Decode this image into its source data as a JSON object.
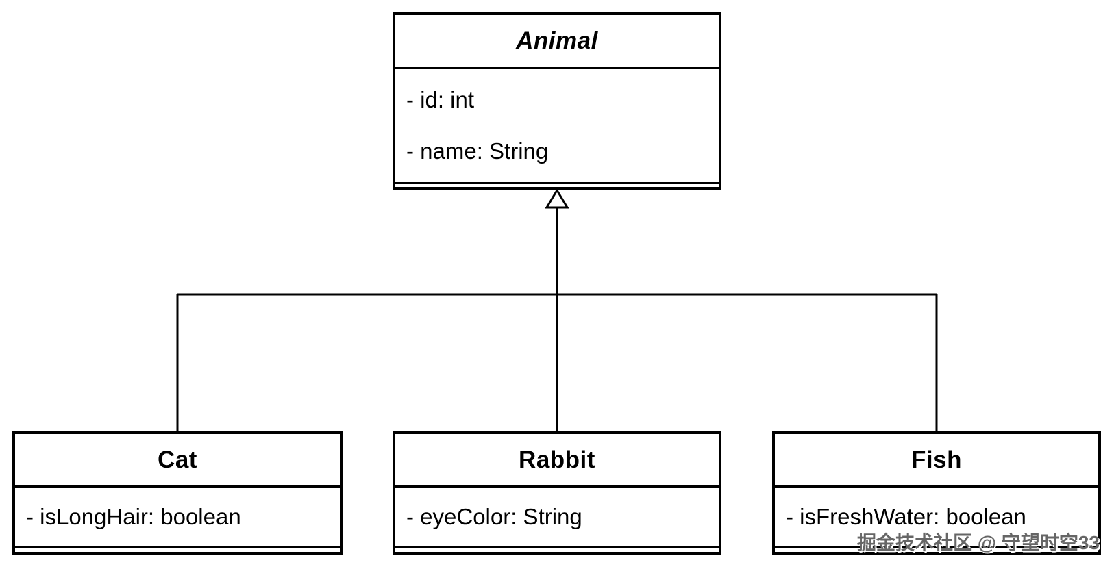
{
  "diagram": {
    "kind": "uml-class-diagram",
    "classes": [
      {
        "name": "Animal",
        "abstract": true,
        "attributes": [
          "- id: int",
          "- name: String"
        ],
        "methods": []
      },
      {
        "name": "Cat",
        "abstract": false,
        "attributes": [
          "- isLongHair: boolean"
        ],
        "methods": []
      },
      {
        "name": "Rabbit",
        "abstract": false,
        "attributes": [
          "- eyeColor: String"
        ],
        "methods": []
      },
      {
        "name": "Fish",
        "abstract": false,
        "attributes": [
          "- isFreshWater: boolean"
        ],
        "methods": []
      }
    ],
    "relationships": [
      {
        "type": "generalization",
        "from": "Cat",
        "to": "Animal"
      },
      {
        "type": "generalization",
        "from": "Rabbit",
        "to": "Animal"
      },
      {
        "type": "generalization",
        "from": "Fish",
        "to": "Animal"
      }
    ]
  },
  "watermark": {
    "text": "掘金技术社区 @ 守望时空33"
  },
  "colors": {
    "background": "#ffffff",
    "stroke": "#000000",
    "text": "#000000",
    "watermark": "#666666"
  }
}
